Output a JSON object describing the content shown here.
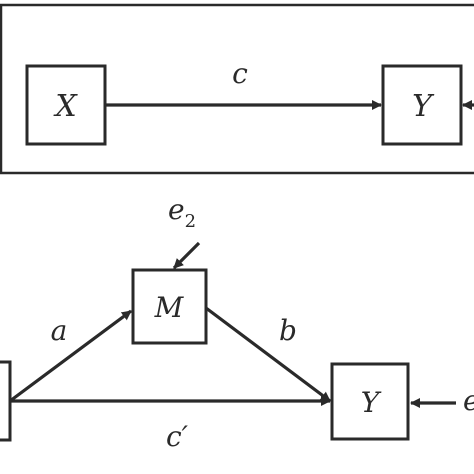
{
  "top_model": {
    "x_label": "X",
    "y_label": "Y",
    "path_label": "c"
  },
  "bottom_model": {
    "m_label": "M",
    "y_label": "Y",
    "a_label": "a",
    "b_label": "b",
    "c_prime_label": "c′",
    "e2_base": "e",
    "e2_sub": "2",
    "e_right_partial": "e"
  },
  "colors": {
    "ink": "#2a2a2a",
    "background": "#ffffff"
  }
}
